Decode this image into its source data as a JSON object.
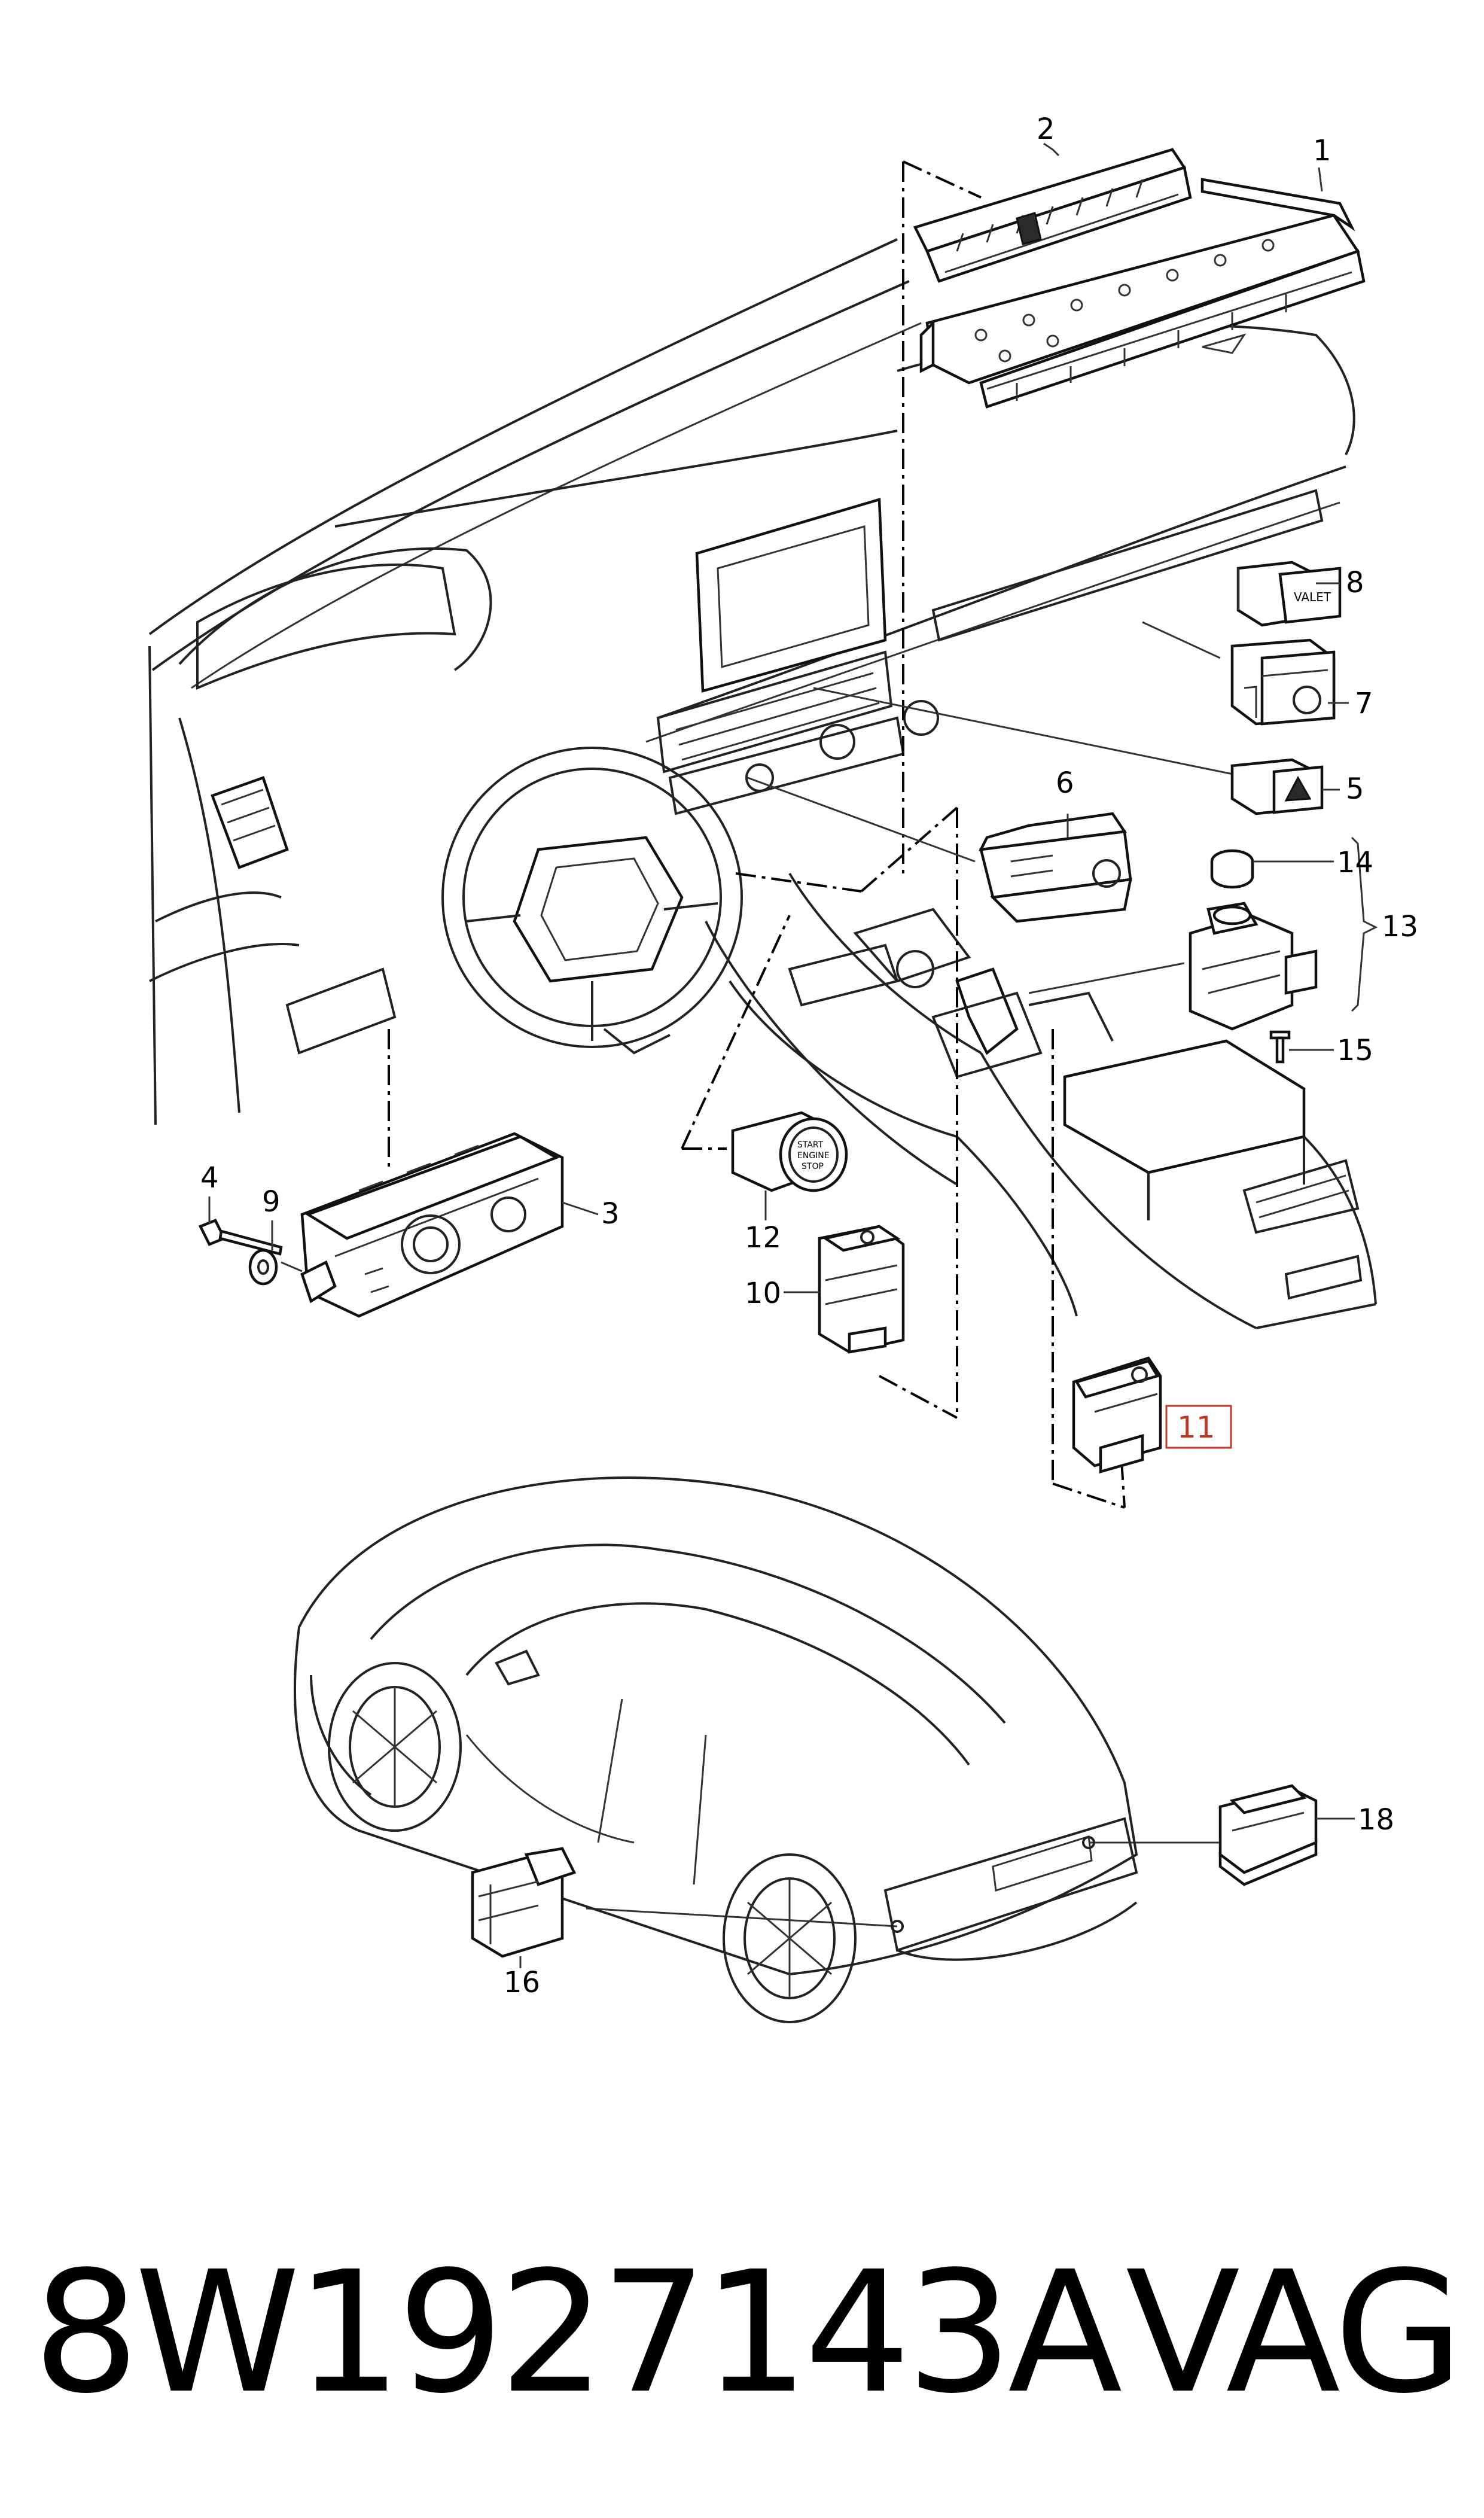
{
  "callouts": {
    "c1": "1",
    "c2": "2",
    "c3": "3",
    "c4": "4",
    "c5": "5",
    "c6": "6",
    "c7": "7",
    "c8": "8",
    "c9": "9",
    "c10": "10",
    "c11": "11",
    "c12": "12",
    "c13": "13",
    "c14": "14",
    "c15": "15",
    "c16": "16",
    "c18": "18"
  },
  "highlight_color": "#c0392b",
  "switch_text": {
    "valet": "VALET",
    "start_line1": "START",
    "start_line2": "ENGINE",
    "start_line3": "STOP"
  },
  "footer": {
    "part_number": "8W1927143A",
    "brand": "VAG"
  }
}
